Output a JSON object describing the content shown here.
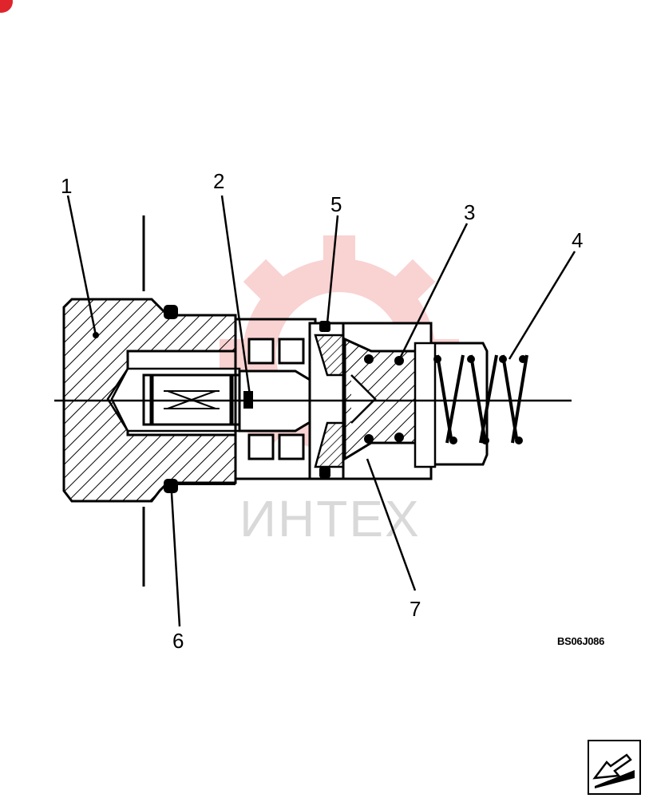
{
  "diagram": {
    "callouts": [
      {
        "id": "1",
        "label": "1"
      },
      {
        "id": "2",
        "label": "2"
      },
      {
        "id": "5",
        "label": "5"
      },
      {
        "id": "3",
        "label": "3"
      },
      {
        "id": "4",
        "label": "4"
      },
      {
        "id": "6",
        "label": "6"
      },
      {
        "id": "7",
        "label": "7"
      }
    ],
    "figure_code": "BS06J086"
  },
  "watermark": {
    "text": "ИНТЕХ",
    "color": "#f08080"
  },
  "nav": {
    "icon": "page-turn-arrow-icon"
  }
}
